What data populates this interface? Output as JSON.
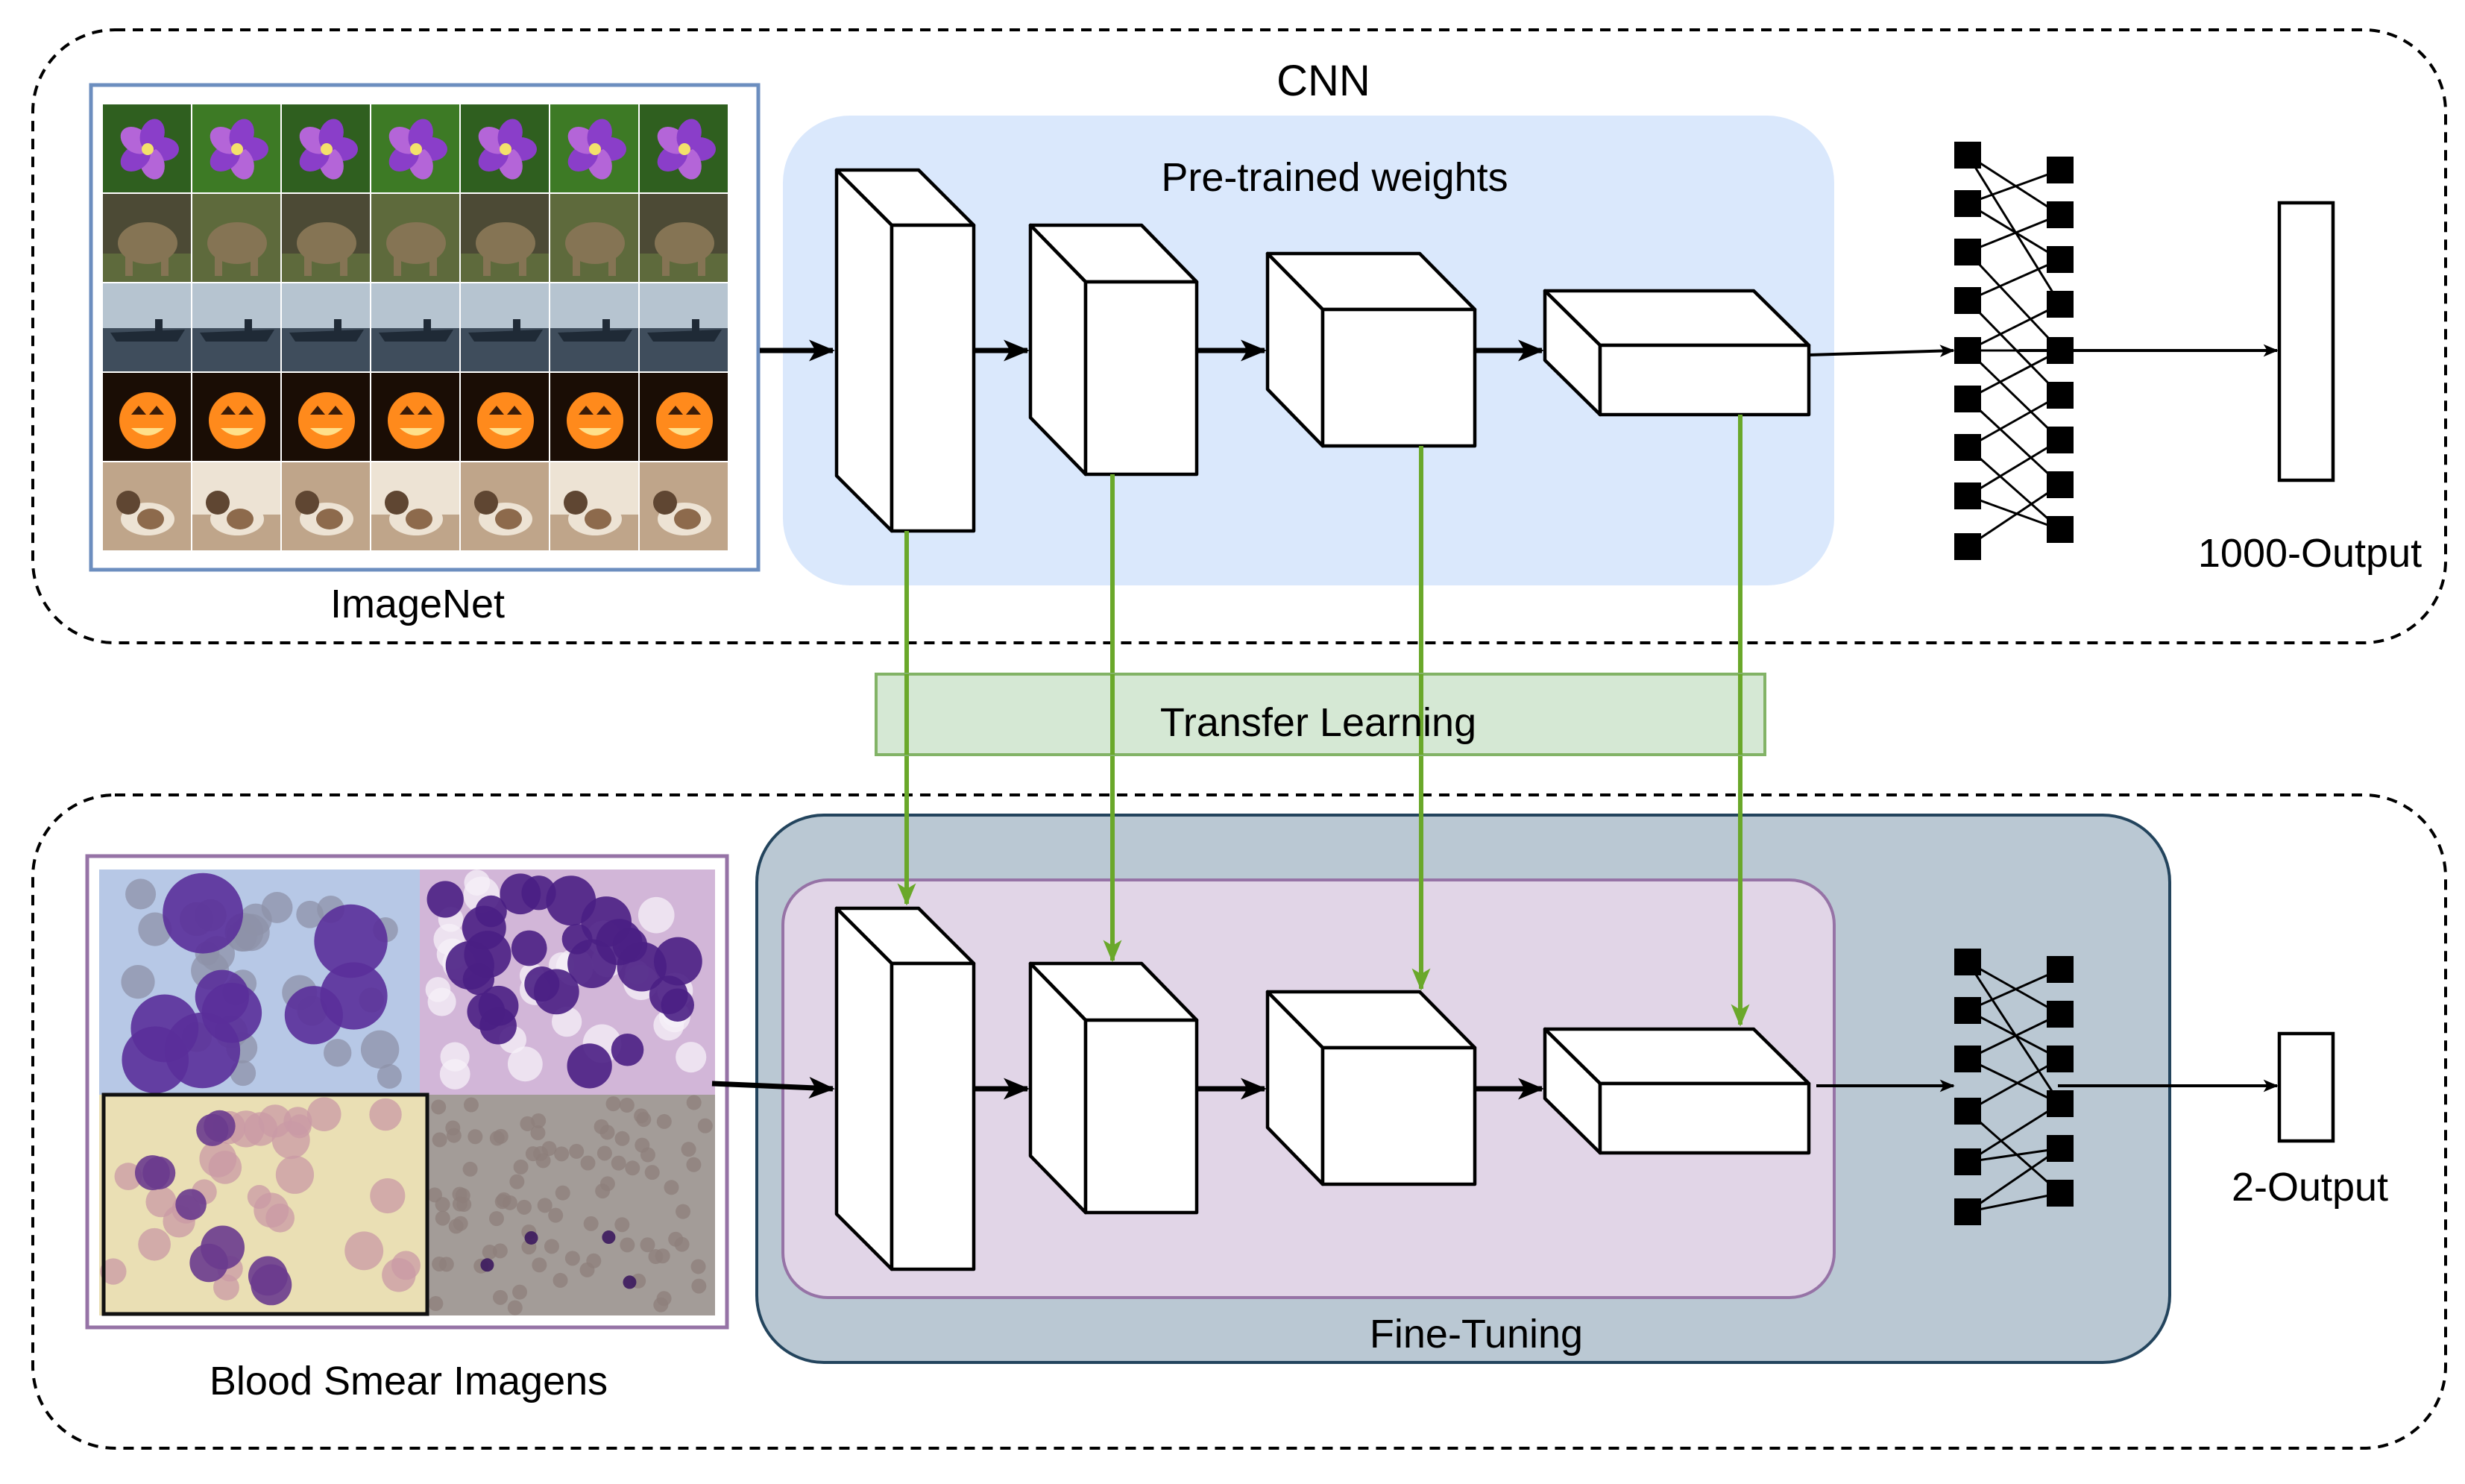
{
  "top": {
    "title": "CNN",
    "pretrained_label": "Pre-trained weights",
    "dataset_label": "ImageNet",
    "output_label": "1000-Output",
    "image_rows": [
      {
        "subject": "purple flowers",
        "palette": [
          "#8a3ec9",
          "#3d7a25",
          "#b465d8",
          "#2f5f1f"
        ]
      },
      {
        "subject": "elephants",
        "palette": [
          "#857454",
          "#5e6a3c",
          "#a89878",
          "#4c4a35"
        ]
      },
      {
        "subject": "aircraft carriers",
        "palette": [
          "#7b8b99",
          "#3f4d5c",
          "#b6c4d0",
          "#1f2a36"
        ]
      },
      {
        "subject": "jack-o-lanterns",
        "palette": [
          "#ff8a1c",
          "#1a0d05",
          "#ffb347",
          "#3a1b08"
        ]
      },
      {
        "subject": "dogs",
        "palette": [
          "#8d6a4c",
          "#ede3d4",
          "#5f4632",
          "#bfa58a"
        ]
      }
    ]
  },
  "transfer_label": "Transfer Learning",
  "bottom": {
    "finetune_label": "Fine-Tuning",
    "dataset_label": "Blood Smear Imagens",
    "output_label": "2-Output",
    "micrographs": [
      {
        "name": "micrograph-top-left",
        "background": "#b7c8e6",
        "cell": "#5a2f9a",
        "accent": "#8e92a8"
      },
      {
        "name": "micrograph-top-right",
        "background": "#d2b6d8",
        "cell": "#4a1f84",
        "accent": "#f5f0f8"
      },
      {
        "name": "micrograph-bottom-left",
        "background": "#eadfb4",
        "cell": "#6a3b8e",
        "accent": "#c99aa6"
      },
      {
        "name": "micrograph-bottom-right",
        "background": "#a39c98",
        "cell": "#3c1a5e",
        "accent": "#8d7f7b"
      }
    ]
  },
  "colors": {
    "pretrained_box": "#dae8fc",
    "transfer_box_fill": "#d5e8d4",
    "transfer_box_stroke": "#82b366",
    "transfer_arrows": "#6aa82a",
    "finetune_outer": "#bac8d3",
    "finetune_outer_stroke": "#23445d",
    "finetune_inner": "#e1d5e7",
    "finetune_inner_stroke": "#9673a6",
    "imagenet_frame": "#6c8ebf",
    "blood_frame": "#9673a6"
  }
}
